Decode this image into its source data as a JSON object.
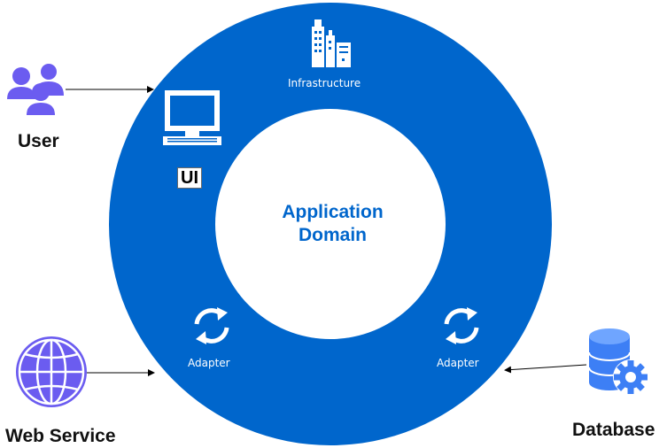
{
  "center": {
    "line1": "Application",
    "line2": "Domain"
  },
  "ring": {
    "infrastructure_label": "Infrastructure",
    "ui_label": "UI",
    "adapter_left_label": "Adapter",
    "adapter_right_label": "Adapter"
  },
  "actors": {
    "user": "User",
    "web_service": "Web Service",
    "database": "Database"
  },
  "colors": {
    "ring": "#0066cc",
    "actor_icon": "#6b5cf0",
    "database_icon": "#3d7ff5",
    "center_text": "#0066cc"
  }
}
